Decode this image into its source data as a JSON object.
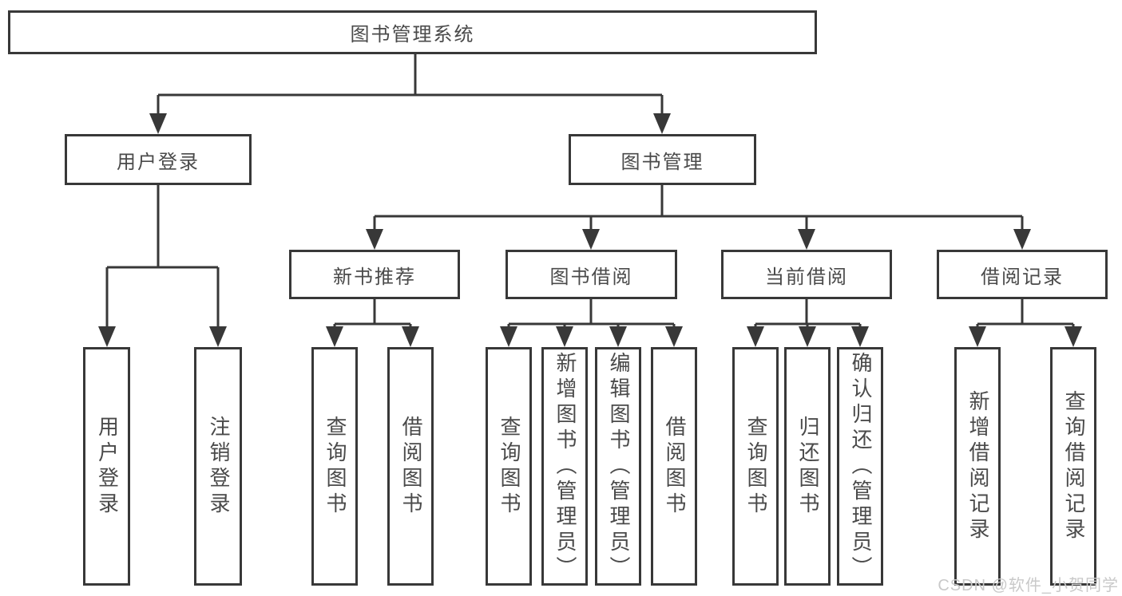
{
  "diagram": {
    "title": "图书管理系统",
    "branches": [
      {
        "label": "用户登录",
        "children": [
          {
            "label": "用户登录"
          },
          {
            "label": "注销登录"
          }
        ]
      },
      {
        "label": "图书管理",
        "children": [
          {
            "label": "新书推荐",
            "children": [
              {
                "label": "查询图书"
              },
              {
                "label": "借阅图书"
              }
            ]
          },
          {
            "label": "图书借阅",
            "children": [
              {
                "label": "查询图书"
              },
              {
                "label": "新增图书（管理员）"
              },
              {
                "label": "编辑图书（管理员）"
              },
              {
                "label": "借阅图书"
              }
            ]
          },
          {
            "label": "当前借阅",
            "children": [
              {
                "label": "查询图书"
              },
              {
                "label": "归还图书"
              },
              {
                "label": "确认归还（管理员）"
              }
            ]
          },
          {
            "label": "借阅记录",
            "children": [
              {
                "label": "新增借阅记录"
              },
              {
                "label": "查询借阅记录"
              }
            ]
          }
        ]
      }
    ]
  },
  "watermark": {
    "text": "CSDN @软件_小贺同学"
  },
  "colors": {
    "line": "#383838",
    "text": "#4a4a4a",
    "watermark": "#c9c9c9",
    "background": "#ffffff"
  }
}
